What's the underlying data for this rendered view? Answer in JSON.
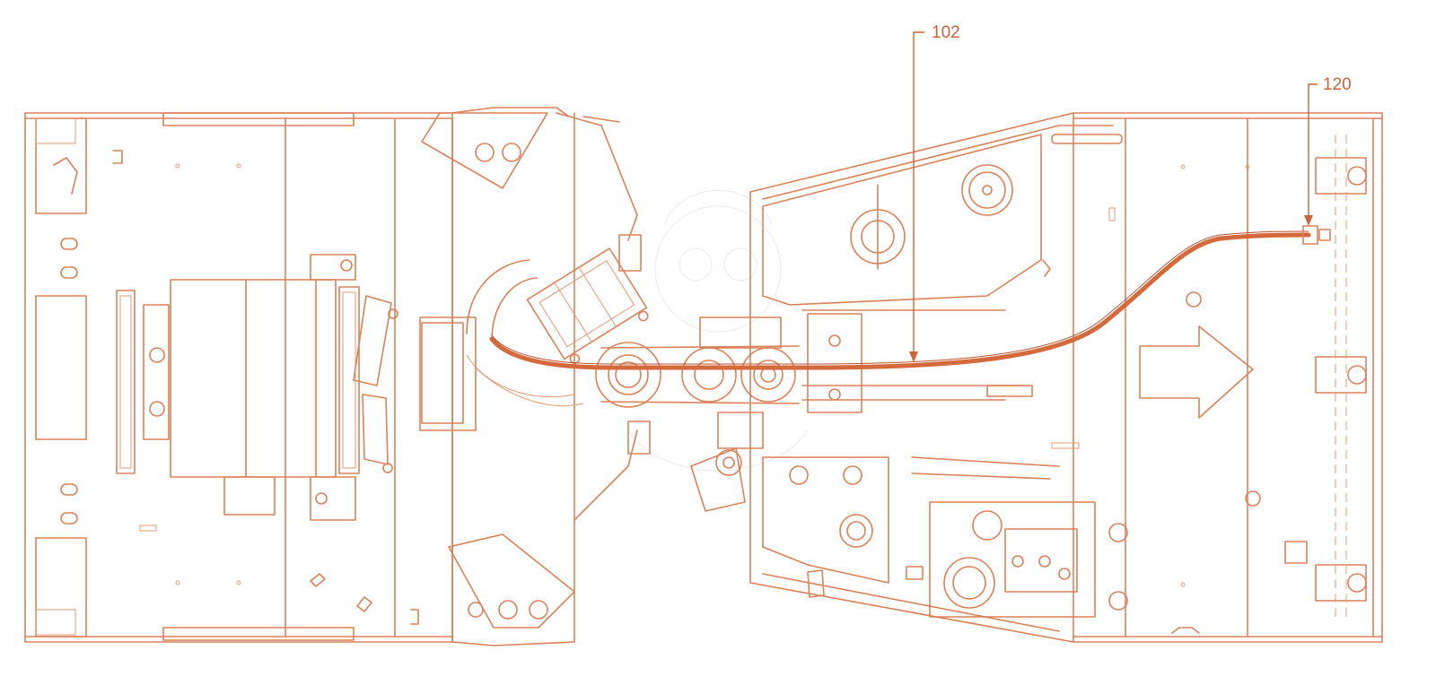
{
  "figure": {
    "line_color": "#d9825a",
    "hose_color": "#d46a3c",
    "label_color": "#c8643a",
    "reference_numerals": [
      {
        "id": "ref-102",
        "text": "102"
      },
      {
        "id": "ref-120",
        "text": "120"
      }
    ]
  }
}
